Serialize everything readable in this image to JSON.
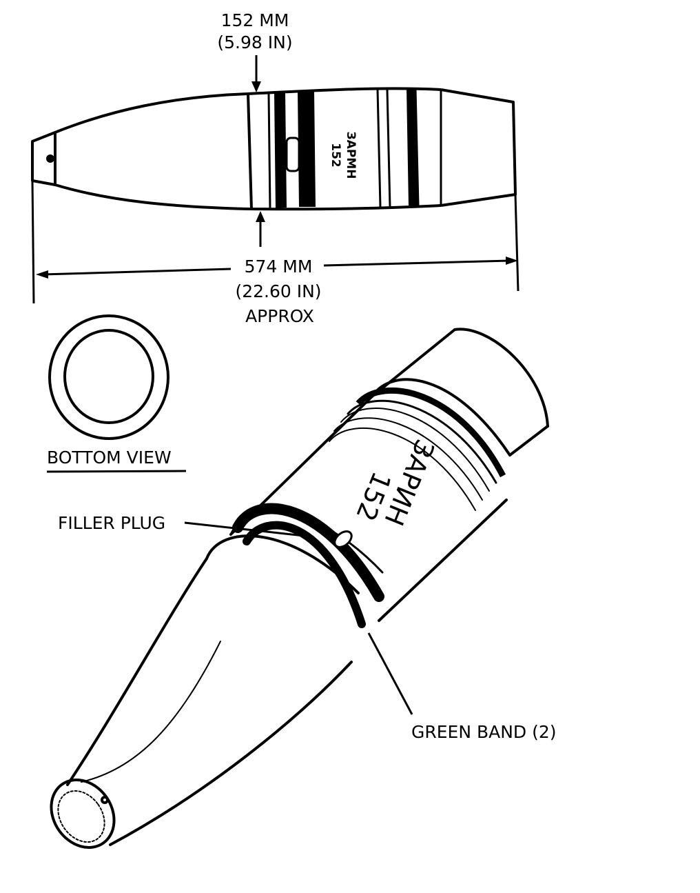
{
  "figure": {
    "diameter_dimension": {
      "metric": "152 MM",
      "imperial": "(5.98 IN)"
    },
    "length_dimension": {
      "metric": "574 MM",
      "imperial": "(22.60 IN)",
      "qualifier": "APPROX"
    },
    "side_view_marking": {
      "line1": "152",
      "line2": "ЗАРМН"
    },
    "bottom_view_label": "BOTTOM VIEW",
    "callouts": {
      "filler_plug": "FILLER PLUG",
      "green_band": "GREEN BAND (2)"
    },
    "perspective_marking": {
      "line1": "152",
      "line2": "ЗАРИН"
    }
  }
}
